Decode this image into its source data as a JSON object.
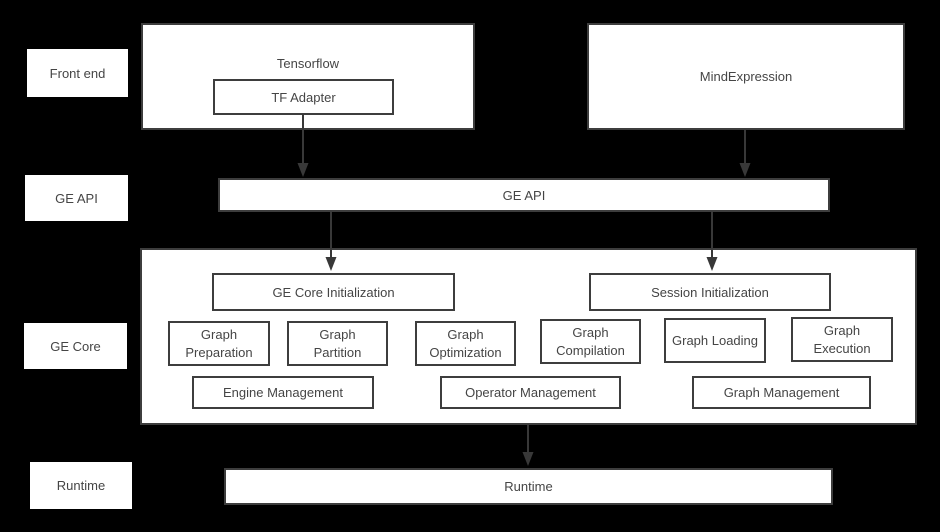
{
  "colors": {
    "background": "#000000",
    "box_fill": "#ffffff",
    "box_border": "#3d3d3d",
    "text": "#454545",
    "arrow": "#383838"
  },
  "side_labels": {
    "front_end": "Front end",
    "ge_api": "GE API",
    "ge_core": "GE Core",
    "runtime": "Runtime"
  },
  "front_end": {
    "tensorflow_title": "Tensorflow",
    "tf_adapter": "TF Adapter",
    "mindexpression": "MindExpression"
  },
  "ge_api_bar": "GE API",
  "ge_core": {
    "ge_core_initialization": "GE Core Initialization",
    "session_initialization": "Session Initialization",
    "modules": [
      "Graph Preparation",
      "Graph Partition",
      "Graph Optimization",
      "Graph Compilation",
      "Graph Loading",
      "Graph Execution"
    ],
    "managers": [
      "Engine Management",
      "Operator Management",
      "Graph Management"
    ]
  },
  "runtime_bar": "Runtime",
  "edges": [
    {
      "from": "TF Adapter",
      "to": "GE API"
    },
    {
      "from": "MindExpression",
      "to": "GE API"
    },
    {
      "from": "GE API",
      "to": "GE Core Initialization"
    },
    {
      "from": "GE API",
      "to": "Session Initialization"
    },
    {
      "from": "GE Core",
      "to": "Runtime"
    }
  ]
}
